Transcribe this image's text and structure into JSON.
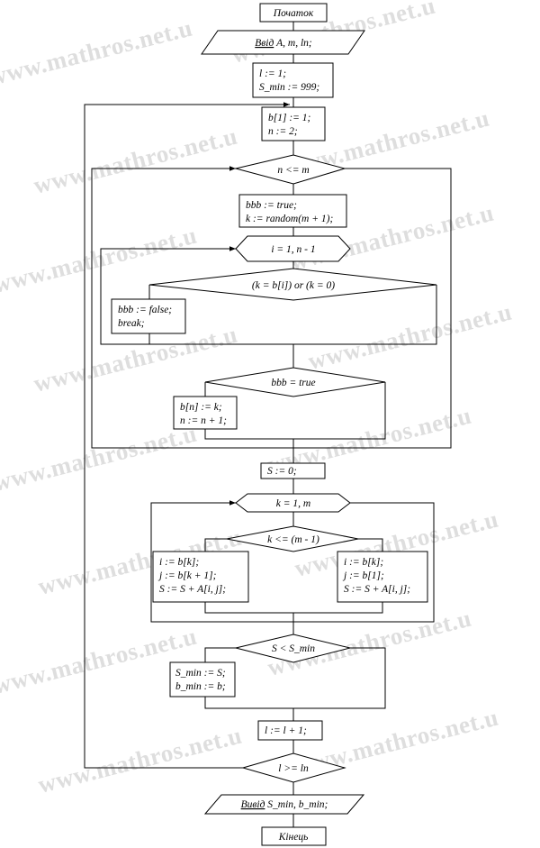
{
  "watermark": "www.mathros.net.u",
  "nodes": {
    "start": "Початок",
    "input_kw": "Ввід",
    "input_rest": " A, m, ln;",
    "init1": "l := 1;",
    "init2": "S_min := 999;",
    "b1_1": "b[1] := 1;",
    "b1_2": "n := 2;",
    "cond_n": "n <= m",
    "bbb_1": "bbb := true;",
    "bbb_2": "k := random(m + 1);",
    "loop_i": "i = 1, n - 1",
    "cond_k": "(k = b[i]) or (k = 0)",
    "brk_1": "bbb := false;",
    "brk_2": "break;",
    "cond_bbb": "bbb = true",
    "bn_1": "b[n] := k;",
    "bn_2": "n := n + 1;",
    "s0": "S := 0;",
    "loop_k": "k = 1, m",
    "cond_km": "k <= (m - 1)",
    "left_1": "i := b[k];",
    "left_2": "j := b[k + 1];",
    "left_3": "S := S + A[i, j];",
    "right_1": "i := b[k];",
    "right_2": "j := b[1];",
    "right_3": "S := S + A[i, j];",
    "cond_s": "S < S_min",
    "smin_1": "S_min := S;",
    "smin_2": "b_min := b;",
    "linc": "l := l + 1;",
    "cond_l": "l >= ln",
    "output_kw": "Вивід",
    "output_rest": " S_min, b_min;",
    "end": "Кінець"
  }
}
